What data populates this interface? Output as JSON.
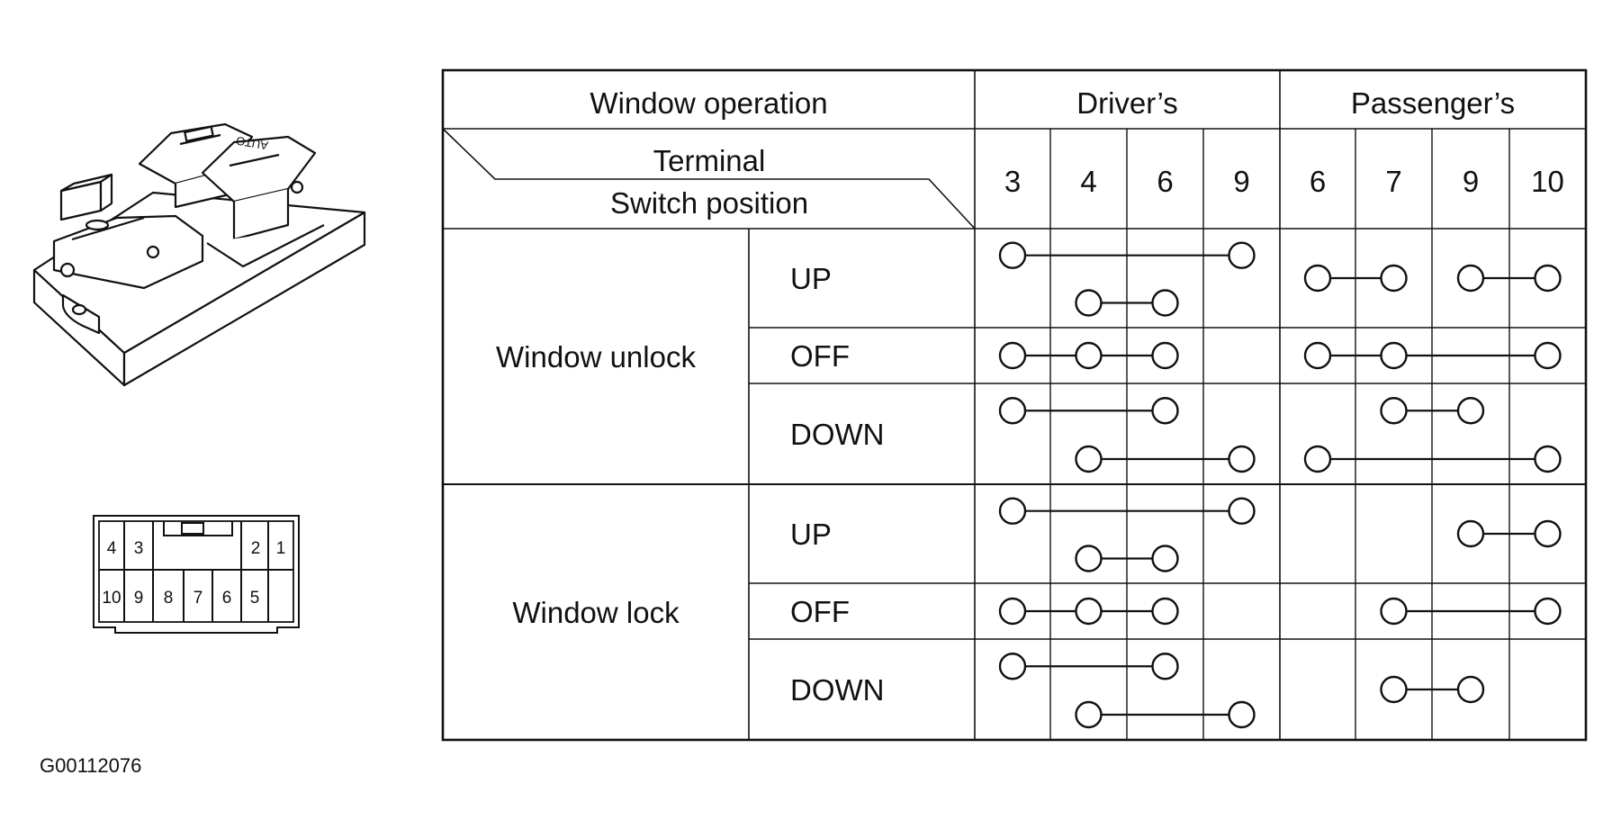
{
  "figure_id": "G00112076",
  "table": {
    "header_operation": "Window operation",
    "header_driver": "Driver’s",
    "header_passenger": "Passenger’s",
    "terminal_label": "Terminal",
    "switch_position_label": "Switch position",
    "terminals": [
      "3",
      "4",
      "6",
      "9",
      "6",
      "7",
      "9",
      "10"
    ],
    "groups": [
      {
        "mode": "Window unlock",
        "positions": [
          {
            "label": "UP",
            "links": [
              {
                "level": "upper",
                "cols": [
                  0,
                  3
                ]
              },
              {
                "level": "lower",
                "cols": [
                  1,
                  2
                ]
              },
              {
                "level": "mid",
                "cols": [
                  4,
                  5
                ]
              },
              {
                "level": "mid",
                "cols": [
                  6,
                  7
                ]
              }
            ]
          },
          {
            "label": "OFF",
            "links": [
              {
                "level": "mid",
                "cols": [
                  0,
                  1,
                  2
                ]
              },
              {
                "level": "mid",
                "cols": [
                  4,
                  5,
                  7
                ]
              }
            ]
          },
          {
            "label": "DOWN",
            "links": [
              {
                "level": "upper",
                "cols": [
                  0,
                  2
                ]
              },
              {
                "level": "lower",
                "cols": [
                  1,
                  3
                ]
              },
              {
                "level": "upper",
                "cols": [
                  5,
                  6
                ]
              },
              {
                "level": "lower",
                "cols": [
                  4,
                  7
                ]
              }
            ]
          }
        ]
      },
      {
        "mode": "Window lock",
        "positions": [
          {
            "label": "UP",
            "links": [
              {
                "level": "upper",
                "cols": [
                  0,
                  3
                ]
              },
              {
                "level": "lower",
                "cols": [
                  1,
                  2
                ]
              },
              {
                "level": "mid",
                "cols": [
                  6,
                  7
                ]
              }
            ]
          },
          {
            "label": "OFF",
            "links": [
              {
                "level": "mid",
                "cols": [
                  0,
                  1,
                  2
                ]
              },
              {
                "level": "mid",
                "cols": [
                  5,
                  7
                ]
              }
            ]
          },
          {
            "label": "DOWN",
            "links": [
              {
                "level": "upper",
                "cols": [
                  0,
                  2
                ]
              },
              {
                "level": "lower",
                "cols": [
                  1,
                  3
                ]
              },
              {
                "level": "mid",
                "cols": [
                  5,
                  6
                ]
              }
            ]
          }
        ]
      }
    ]
  },
  "connector": {
    "top_row": [
      "4",
      "3",
      "2",
      "1"
    ],
    "bottom_row": [
      "10",
      "9",
      "8",
      "7",
      "6",
      "5"
    ]
  },
  "switch_icon_text": "AUTO"
}
